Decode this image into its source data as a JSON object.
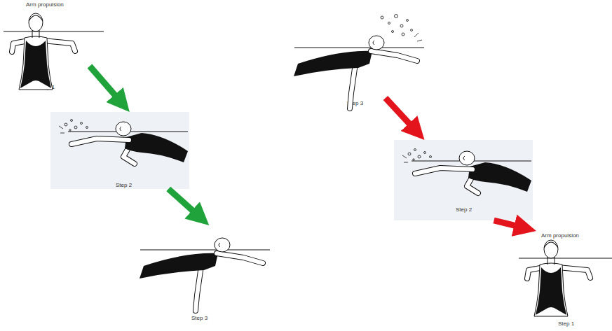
{
  "diagram": {
    "nodes": [
      {
        "text": [
          "Arm propulsion",
          "Step 1"
        ]
      },
      {
        "text": [
          "Step 2"
        ]
      },
      {
        "text": [
          "Step 3"
        ]
      },
      {
        "text": [
          "Step 3"
        ]
      },
      {
        "text": [
          "Step 2"
        ]
      },
      {
        "text": [
          "Arm propulsion",
          "Step 1"
        ]
      }
    ],
    "edges": [
      {
        "from": 0,
        "to": 1,
        "arrow": "to"
      },
      {
        "from": 1,
        "to": 2,
        "arrow": "to"
      },
      {
        "from": 3,
        "to": 4,
        "arrow": "to"
      },
      {
        "from": 4,
        "to": 5,
        "arrow": "to"
      }
    ]
  }
}
